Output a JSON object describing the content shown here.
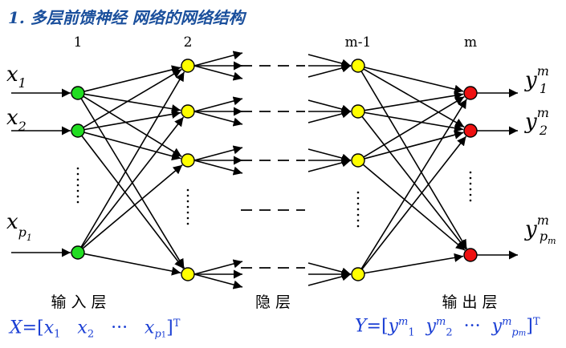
{
  "title": "1. 多层前馈神经 网络的网络结构",
  "layer_numbers": [
    "1",
    "2",
    "m-1",
    "m"
  ],
  "inputs": [
    "x",
    "x",
    "x"
  ],
  "input_subs": [
    "1",
    "2",
    "p"
  ],
  "input_subsub": "1",
  "outputs": [
    "y",
    "y",
    "y"
  ],
  "output_sups": [
    "m",
    "m",
    "m"
  ],
  "output_subs": [
    "1",
    "2",
    "p"
  ],
  "output_subsub": "m",
  "layer_labels": {
    "input": "输 入 层",
    "hidden": "隐 层",
    "output": "输 出 层"
  },
  "formula_x": {
    "lhs": "X",
    "eq": "=[",
    "t1": "x",
    "s1": "1",
    "t2": "x",
    "s2": "2",
    "dots": "···",
    "t3": "x",
    "s3": "p",
    "s3sub": "1",
    "close": "]",
    "T": "T"
  },
  "formula_y": {
    "lhs": "Y",
    "eq": "=[",
    "t1": "y",
    "u1": "m",
    "s1": "1",
    "t2": "y",
    "u2": "m",
    "s2": "2",
    "dots": "···",
    "t3": "y",
    "u3": "m",
    "s3": "p",
    "s3sub": "m",
    "close": "]",
    "T": "T"
  },
  "colors": {
    "title": "#1a4f9c",
    "input_node": "#22dd22",
    "hidden_node": "#ffff00",
    "output_node": "#ee1111",
    "formula": "#1b3fd4"
  }
}
